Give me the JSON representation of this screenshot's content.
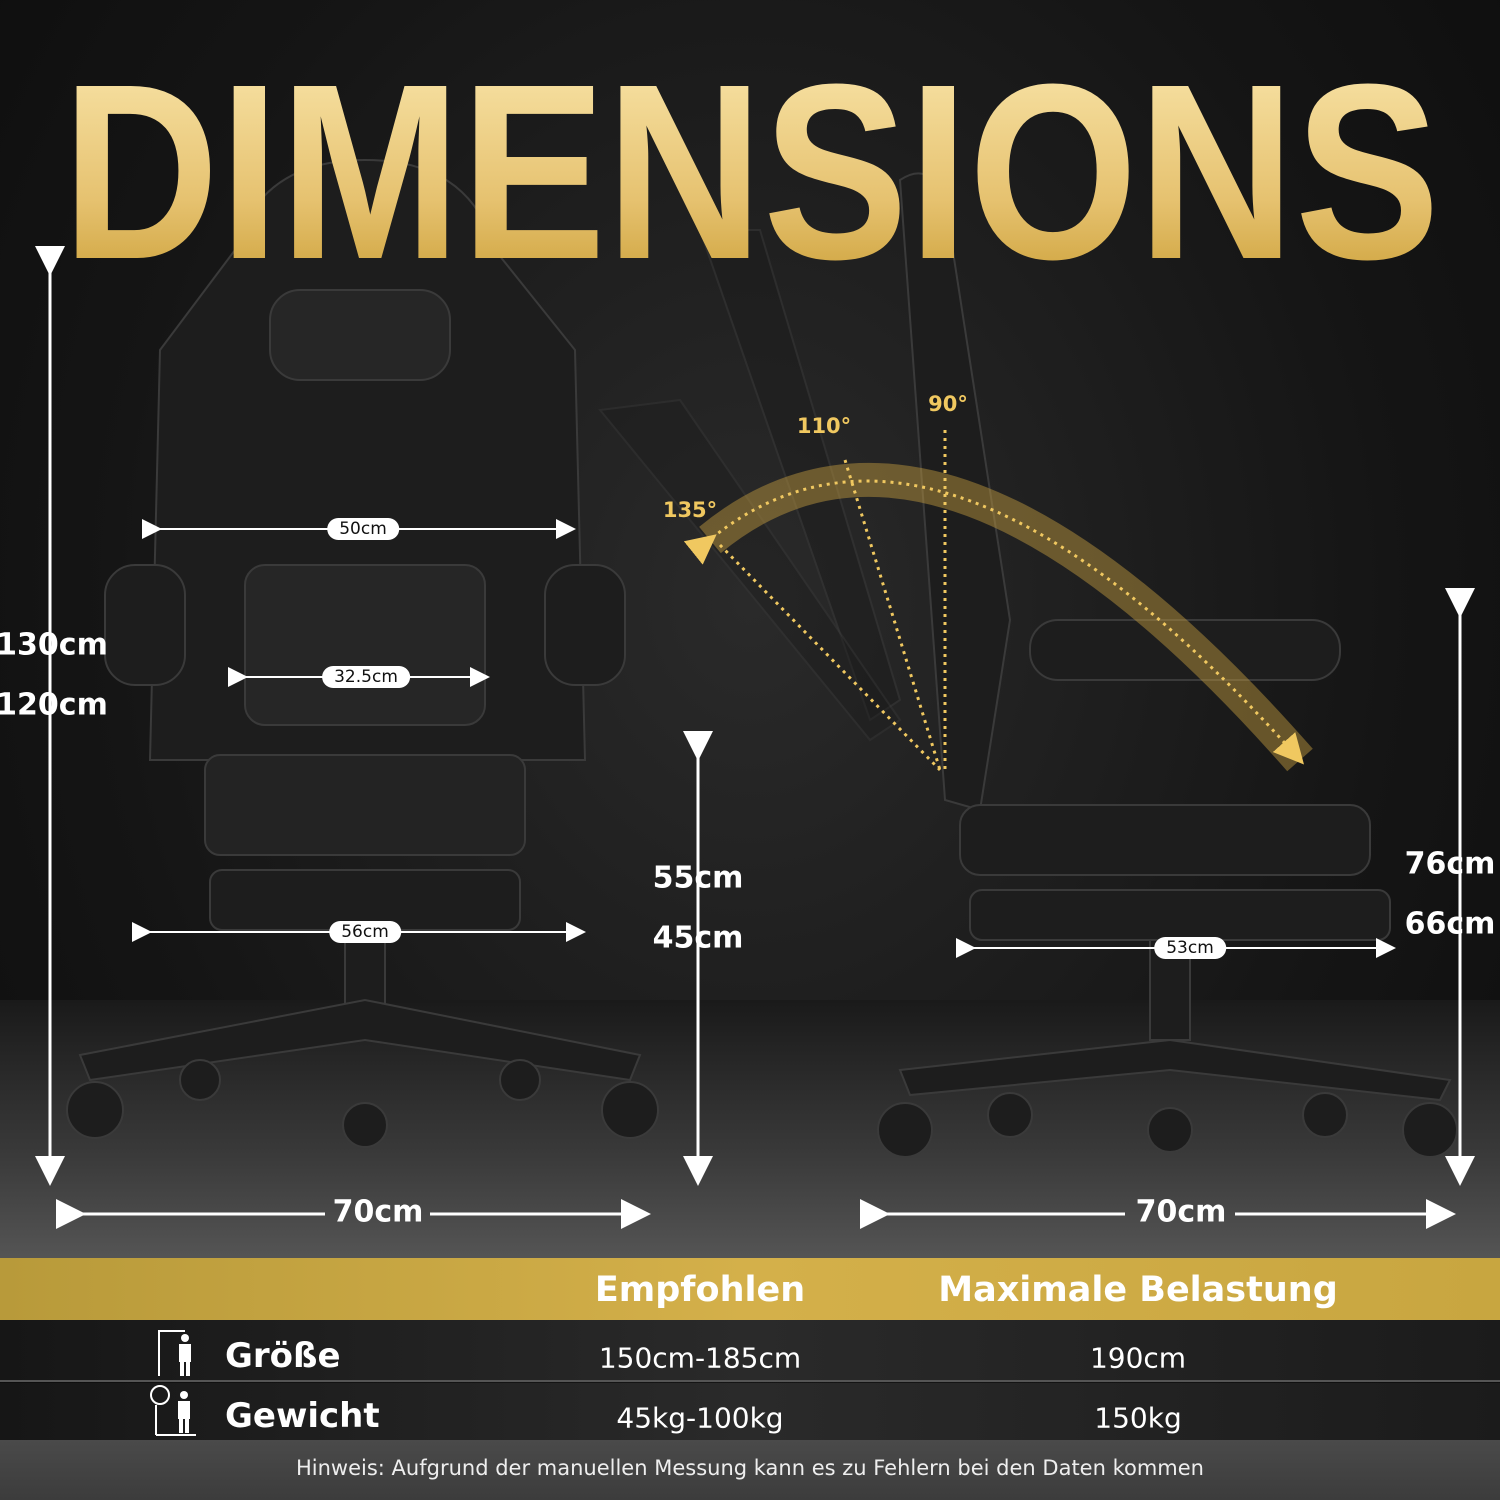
{
  "title": "DIMENSIONS",
  "colors": {
    "gold": "#d4b04a",
    "title_light": "#fbe9b0",
    "title_dark": "#c79a2e"
  },
  "front_view": {
    "height_max": "130cm",
    "height_min": "120cm",
    "backrest_width": "50cm",
    "lumbar_width": "32.5cm",
    "seat_width": "56cm",
    "seat_height_max": "55cm",
    "seat_height_min": "45cm",
    "base_width": "70cm"
  },
  "side_view": {
    "angles": [
      "90°",
      "110°",
      "135°"
    ],
    "armrest_height_max": "76cm",
    "armrest_height_min": "66cm",
    "seat_depth": "53cm",
    "base_width": "70cm"
  },
  "table": {
    "headers": [
      "Empfohlen",
      "Maximale Belastung"
    ],
    "rows": [
      {
        "icon": "height-person-icon",
        "label": "Größe",
        "recommended": "150cm-185cm",
        "max": "190cm"
      },
      {
        "icon": "weight-person-icon",
        "label": "Gewicht",
        "recommended": "45kg-100kg",
        "max": "150kg"
      }
    ]
  },
  "note": "Hinweis: Aufgrund der manuellen Messung kann es zu Fehlern bei den Daten kommen"
}
